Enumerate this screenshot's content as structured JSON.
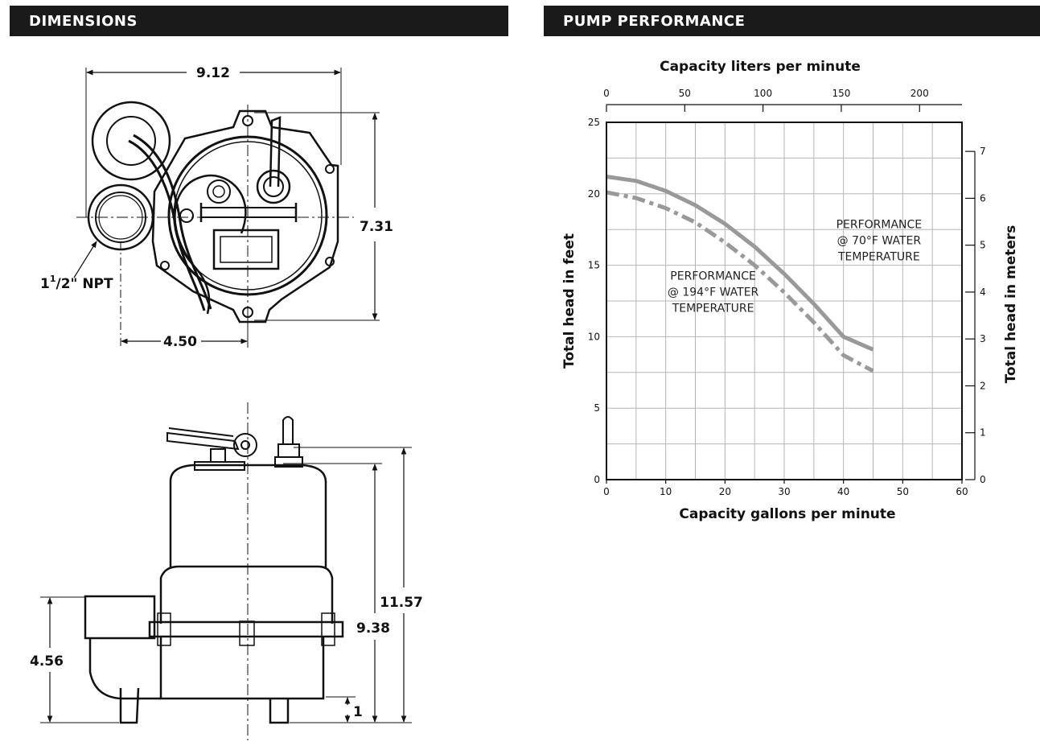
{
  "headers": {
    "dimensions": "DIMENSIONS",
    "performance": "PUMP PERFORMANCE"
  },
  "dimensions": {
    "top_view": {
      "width": "9.12",
      "depth": "7.31",
      "offset": "4.50",
      "discharge": "1",
      "discharge_sup": "1",
      "discharge_frac": "/2\" NPT"
    },
    "side_view": {
      "overall_height": "11.57",
      "body_height": "9.38",
      "discharge_height": "4.56",
      "leg_height": "1"
    }
  },
  "chart_data": {
    "type": "line",
    "title": "",
    "xlabel": "Capacity gallons per minute",
    "ylabel": "Total head in feet",
    "x2label": "Capacity liters per minute",
    "y2label": "Total head in meters",
    "xlim": [
      0,
      60
    ],
    "ylim": [
      0,
      25
    ],
    "x_ticks": [
      0,
      10,
      20,
      30,
      40,
      50,
      60
    ],
    "y_ticks": [
      0,
      5,
      10,
      15,
      20,
      25
    ],
    "x2lim": [
      0,
      227.1
    ],
    "x2_ticks": [
      0,
      50,
      100,
      150,
      200
    ],
    "y2lim": [
      0,
      7.62
    ],
    "y2_ticks": [
      0,
      1,
      2,
      3,
      4,
      5,
      6,
      7
    ],
    "grid": true,
    "series": [
      {
        "name": "PERFORMANCE @ 70°F WATER TEMPERATURE",
        "style": "solid",
        "color": "#999999",
        "x": [
          0,
          5,
          10,
          15,
          20,
          25,
          30,
          35,
          40,
          45
        ],
        "y": [
          21.2,
          20.9,
          20.2,
          19.2,
          17.9,
          16.3,
          14.4,
          12.3,
          10.0,
          9.1
        ]
      },
      {
        "name": "PERFORMANCE @ 194°F WATER TEMPERATURE",
        "style": "dashdot",
        "color": "#999999",
        "x": [
          0,
          5,
          10,
          15,
          20,
          25,
          30,
          35,
          40,
          45
        ],
        "y": [
          20.1,
          19.7,
          19.0,
          18.0,
          16.6,
          15.0,
          13.1,
          11.0,
          8.7,
          7.6
        ]
      }
    ],
    "annotations": [
      {
        "lines": [
          "PERFORMANCE",
          "@ 70°F WATER",
          "TEMPERATURE"
        ],
        "x": 46,
        "y": 17.6
      },
      {
        "lines": [
          "PERFORMANCE",
          "@ 194°F WATER",
          "TEMPERATURE"
        ],
        "x": 18.0,
        "y": 14.0
      }
    ]
  }
}
